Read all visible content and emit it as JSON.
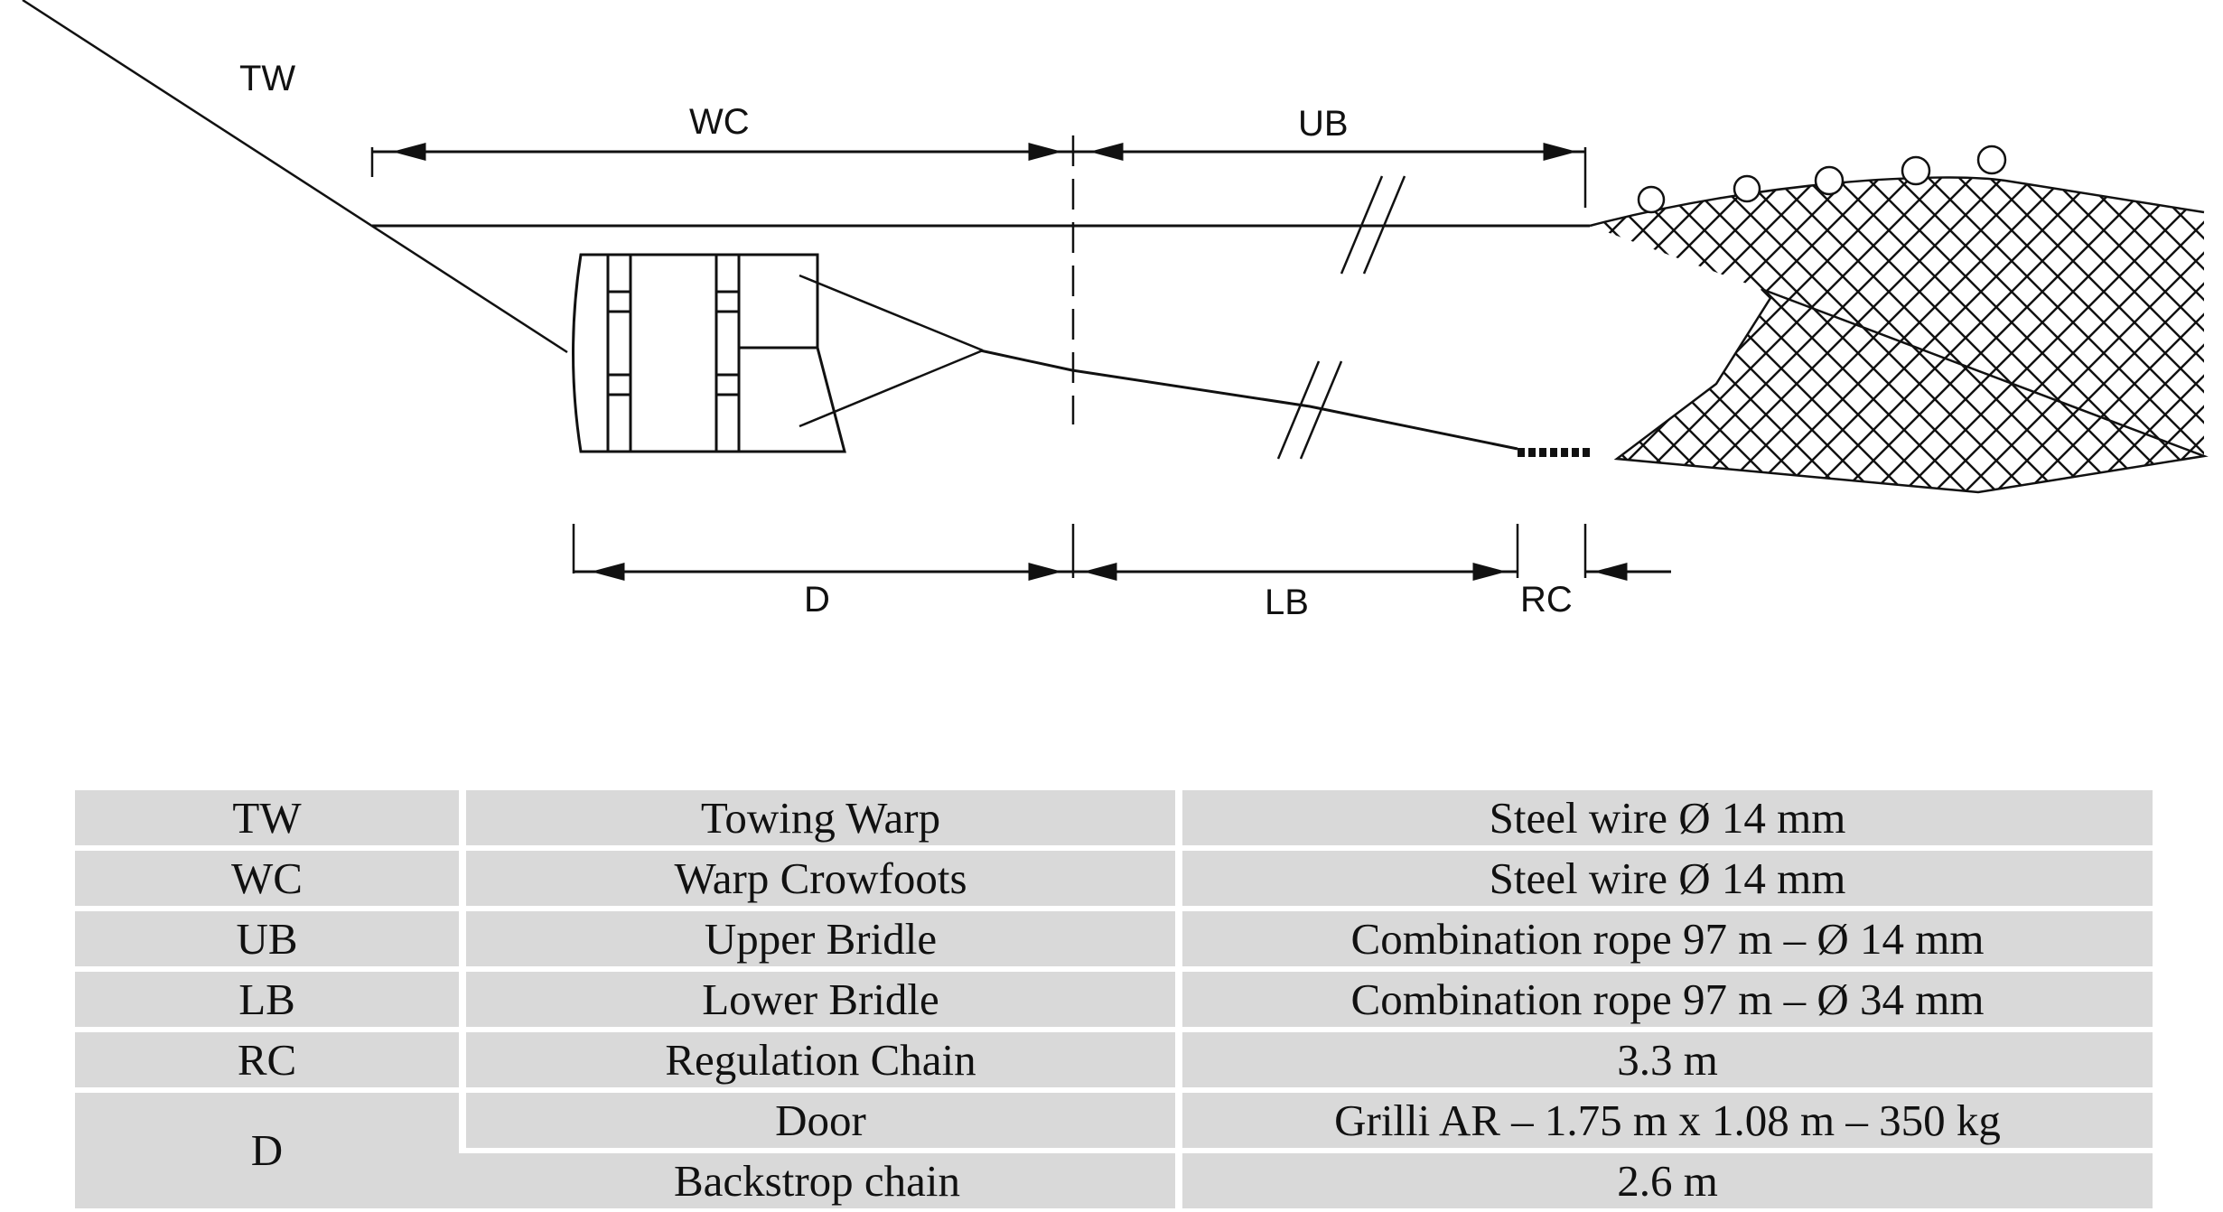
{
  "diagram": {
    "labels": {
      "tw": "TW",
      "wc": "WC",
      "ub": "UB",
      "d": "D",
      "lb": "LB",
      "rc": "RC"
    }
  },
  "table": {
    "rows": [
      {
        "code": "TW",
        "component": "Towing Warp",
        "spec": "Steel wire Ø 14 mm"
      },
      {
        "code": "WC",
        "component": "Warp Crowfoots",
        "spec": "Steel wire Ø 14 mm"
      },
      {
        "code": "UB",
        "component": "Upper Bridle",
        "spec": "Combination rope 97 m – Ø 14 mm"
      },
      {
        "code": "LB",
        "component": "Lower Bridle",
        "spec": "Combination rope 97 m – Ø 34 mm"
      },
      {
        "code": "RC",
        "component": "Regulation Chain",
        "spec": "3.3 m"
      }
    ],
    "door_group": {
      "code": "D",
      "items": [
        {
          "component": "Door",
          "spec": "Grilli AR – 1.75 m x 1.08 m – 350 kg"
        },
        {
          "component": "Backstrop chain",
          "spec": "2.6 m"
        }
      ]
    }
  }
}
